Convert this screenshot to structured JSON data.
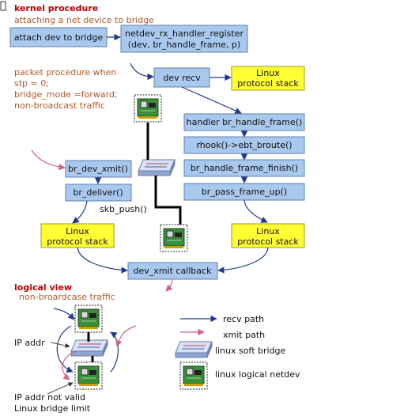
{
  "heading_kernel": "kernel procedure",
  "subheading_attach": "attaching a net device to bridge",
  "boxes": {
    "attach_dev": "attach dev to bridge",
    "netdev_rx_line1": "netdev_rx_handler_register",
    "netdev_rx_line2": "(dev, br_handle_frame, p)",
    "dev_recv": "dev recv",
    "linux_stack_top_1": "Linux",
    "linux_stack_top_2": "protocol stack",
    "handler": "handler br_handle_frame()",
    "rhook": "rhook()->ebt_broute()",
    "br_handle_frame_finish": "br_handle_frame_finish()",
    "br_pass_frame_up": "br_pass_frame_up()",
    "br_dev_xmit": "br_dev_xmit()",
    "br_deliver": "br_deliver()",
    "skb_push": "skb_push()",
    "linux_stack_left_1": "Linux",
    "linux_stack_left_2": "protocol stack",
    "linux_stack_right_1": "Linux",
    "linux_stack_right_2": "protocol stack",
    "dev_xmit_callback": "dev_xmit callback"
  },
  "packet_note": [
    "packet procedure when",
    "stp = 0;",
    "bridge_mode =forward;",
    "non-broadcast traffic"
  ],
  "heading_logical": "logical view",
  "subheading_logical": "non-broardcase traffic",
  "ip_addr": "IP addr",
  "ip_addr_not_valid": "IP addr not valid",
  "linux_bridge_limit": "Linux bridge limit",
  "legend": {
    "recv": "recv path",
    "xmit": "xmit path",
    "bridge": "linux soft bridge",
    "netdev": "linux logical netdev"
  },
  "colors": {
    "box_blue": "#a9c8ee",
    "box_yellow": "#ffff33",
    "heading_red": "#c00000",
    "note_brown": "#b05a2a",
    "recv_arrow": "#1f3a8a",
    "xmit_arrow": "#d06080"
  }
}
